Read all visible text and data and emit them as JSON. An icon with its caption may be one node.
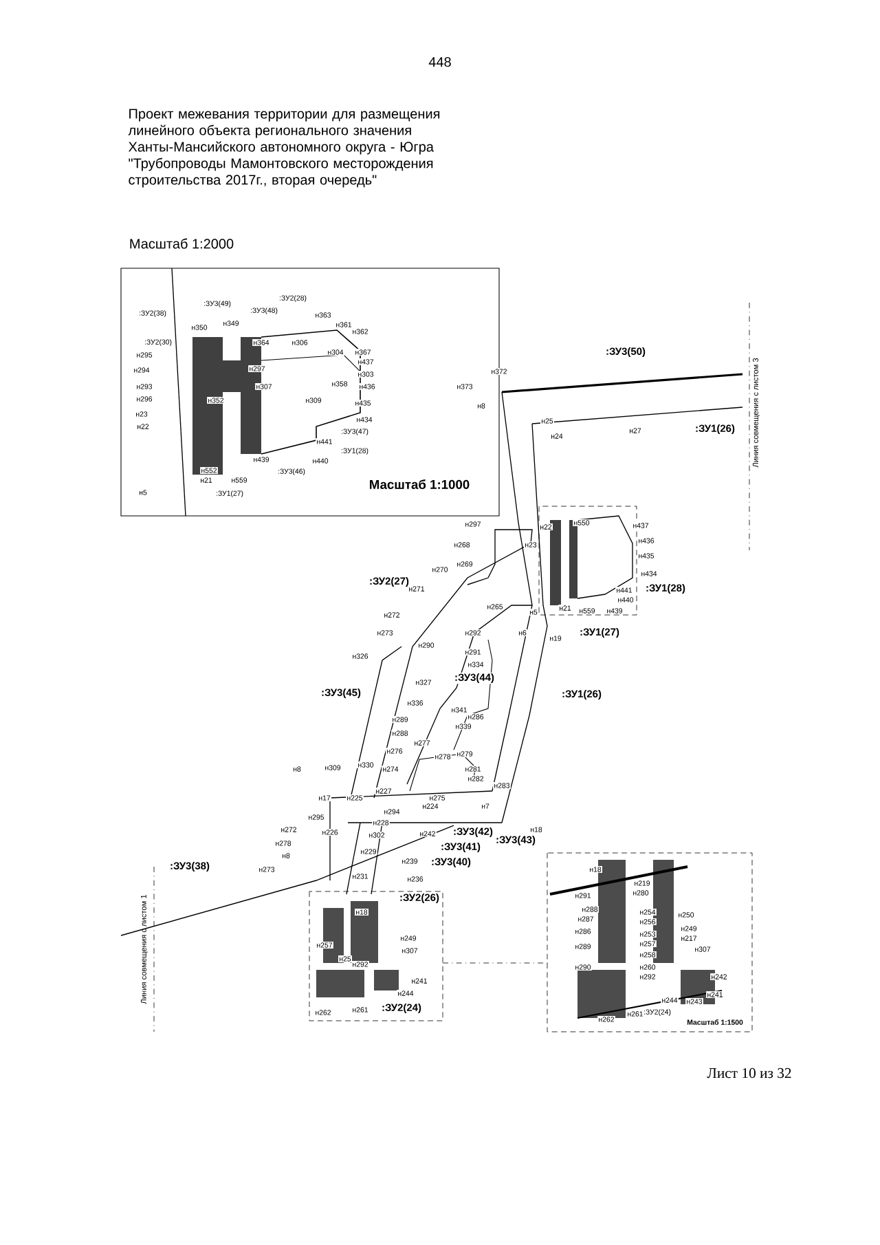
{
  "diagram": {
    "title": "Проект межевания территории для размещения линейного объекта регионального значения Ханты-Мансийского автономного округа - Югра \"Трубопроводы Мамонтовского месторождения строительства 2017г., вторая очередь\"",
    "labels": [
      "448",
      "Масштаб 1:2000",
      ":ЗУ3(49)",
      ":ЗУ2(28)",
      ":ЗУ3(48)",
      ":ЗУ2(38)",
      "н363",
      "н361",
      "н362",
      "н350",
      "н349",
      ":ЗУ2(30)",
      "н364",
      "н306",
      "н304",
      "н367",
      "н437",
      "н295",
      "н294",
      "н297",
      "н303",
      "н293",
      "н307",
      "н358",
      "н436",
      "н296",
      "н352",
      "н309",
      "н435",
      "н23",
      "н22",
      "н434",
      ":ЗУ3(47)",
      "н441",
      ":ЗУ1(28)",
      "н439",
      "н440",
      "н552",
      ":ЗУ3(46)",
      "н21",
      "н559",
      "н5",
      ":ЗУ1(27)",
      "Масштаб 1:1000",
      ":ЗУ3(50)",
      "н372",
      "н373",
      "н8",
      "н25",
      "н24",
      "н27",
      ":ЗУ1(26)",
      "Линия совмещения с листом 3",
      "н297",
      "н268",
      "н269",
      "н23",
      "н270",
      ":ЗУ2(27)",
      "н271",
      "н265",
      "н5",
      "н6",
      ":ЗУ1(27)",
      "н19",
      "н272",
      "н273",
      "н292",
      "н550",
      "н437",
      "н436",
      "н435",
      "н434",
      ":ЗУ1(28)",
      "н441",
      "н440",
      "н21",
      "н559",
      "н439",
      "н22",
      "н326",
      "н290",
      "н291",
      "н334",
      ":ЗУ3(44)",
      "н327",
      ":ЗУ3(45)",
      ":ЗУ1(26)",
      "н336",
      "н341",
      "н286",
      "н289",
      "н339",
      "н288",
      "н277",
      "н276",
      "н278",
      "н279",
      "н8",
      "н309",
      "н330",
      "н274",
      "н281",
      "н282",
      "н283",
      "н17",
      "н225",
      "н227",
      "н275",
      "н224",
      "н7",
      "н294",
      "н295",
      "н228",
      "н272",
      "н226",
      "н302",
      "н242",
      ":ЗУ3(42)",
      "н18",
      ":ЗУ3(43)",
      ":ЗУ3(41)",
      "н229",
      "н278",
      ":ЗУ3(40)",
      "н239",
      "н231",
      ":ЗУ3(38)",
      "н8",
      "н273",
      "н236",
      ":ЗУ2(26)",
      "н18",
      "н249",
      "н307",
      "н241",
      "н244",
      "н262",
      "н261",
      ":ЗУ2(24)",
      "н257",
      "н25",
      "н292",
      "Линия совмещения с листом 1",
      "н18",
      "н219",
      "н280",
      "н291",
      "н288",
      "н287",
      "н286",
      "н289",
      "н290",
      "н254",
      "н256",
      "н253",
      "н257",
      "н258",
      "н260",
      "н292",
      "н250",
      "н249",
      "н217",
      "н307",
      "н242",
      "н241",
      "н244",
      "н243",
      "н261",
      "н262",
      ":ЗУ2(24)",
      "Масштаб 1:1500",
      "Лист 10 из 32"
    ]
  }
}
